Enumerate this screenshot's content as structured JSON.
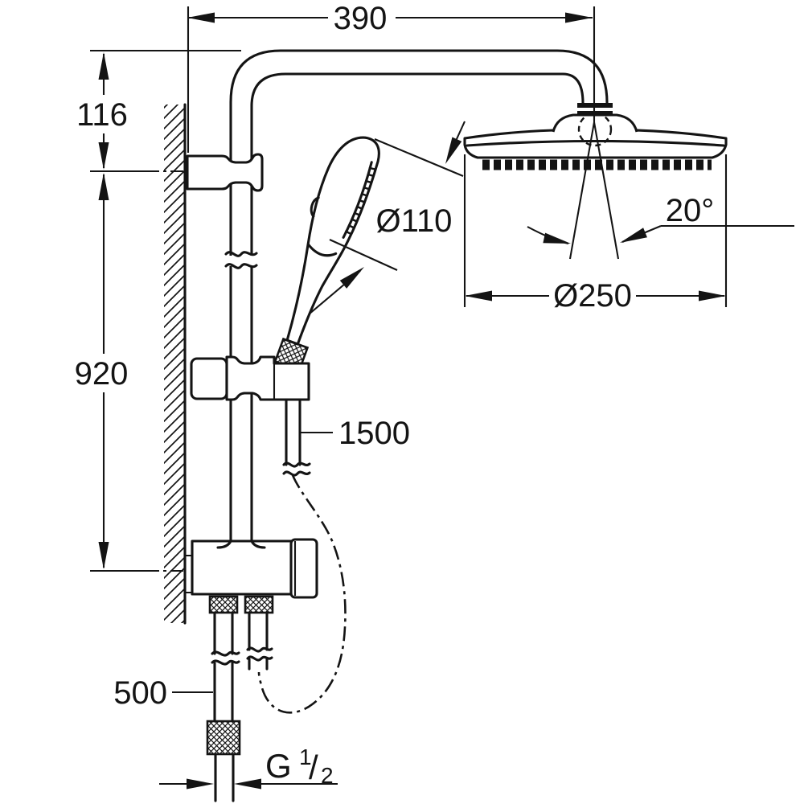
{
  "title": "Shower system dimensional drawing",
  "colors": {
    "line": "#141414",
    "background": "#ffffff"
  },
  "labels": {
    "arm_width": "390",
    "arm_offset": "116",
    "rail_span": "920",
    "hand_shower_diameter": "Ø110",
    "spray_angle": "20°",
    "head_shower_diameter": "Ø250",
    "hose_length": "1500",
    "supply_length": "500",
    "thread_letter": "G",
    "thread_numerator": "1",
    "thread_slash": "/",
    "thread_denominator": "2"
  }
}
